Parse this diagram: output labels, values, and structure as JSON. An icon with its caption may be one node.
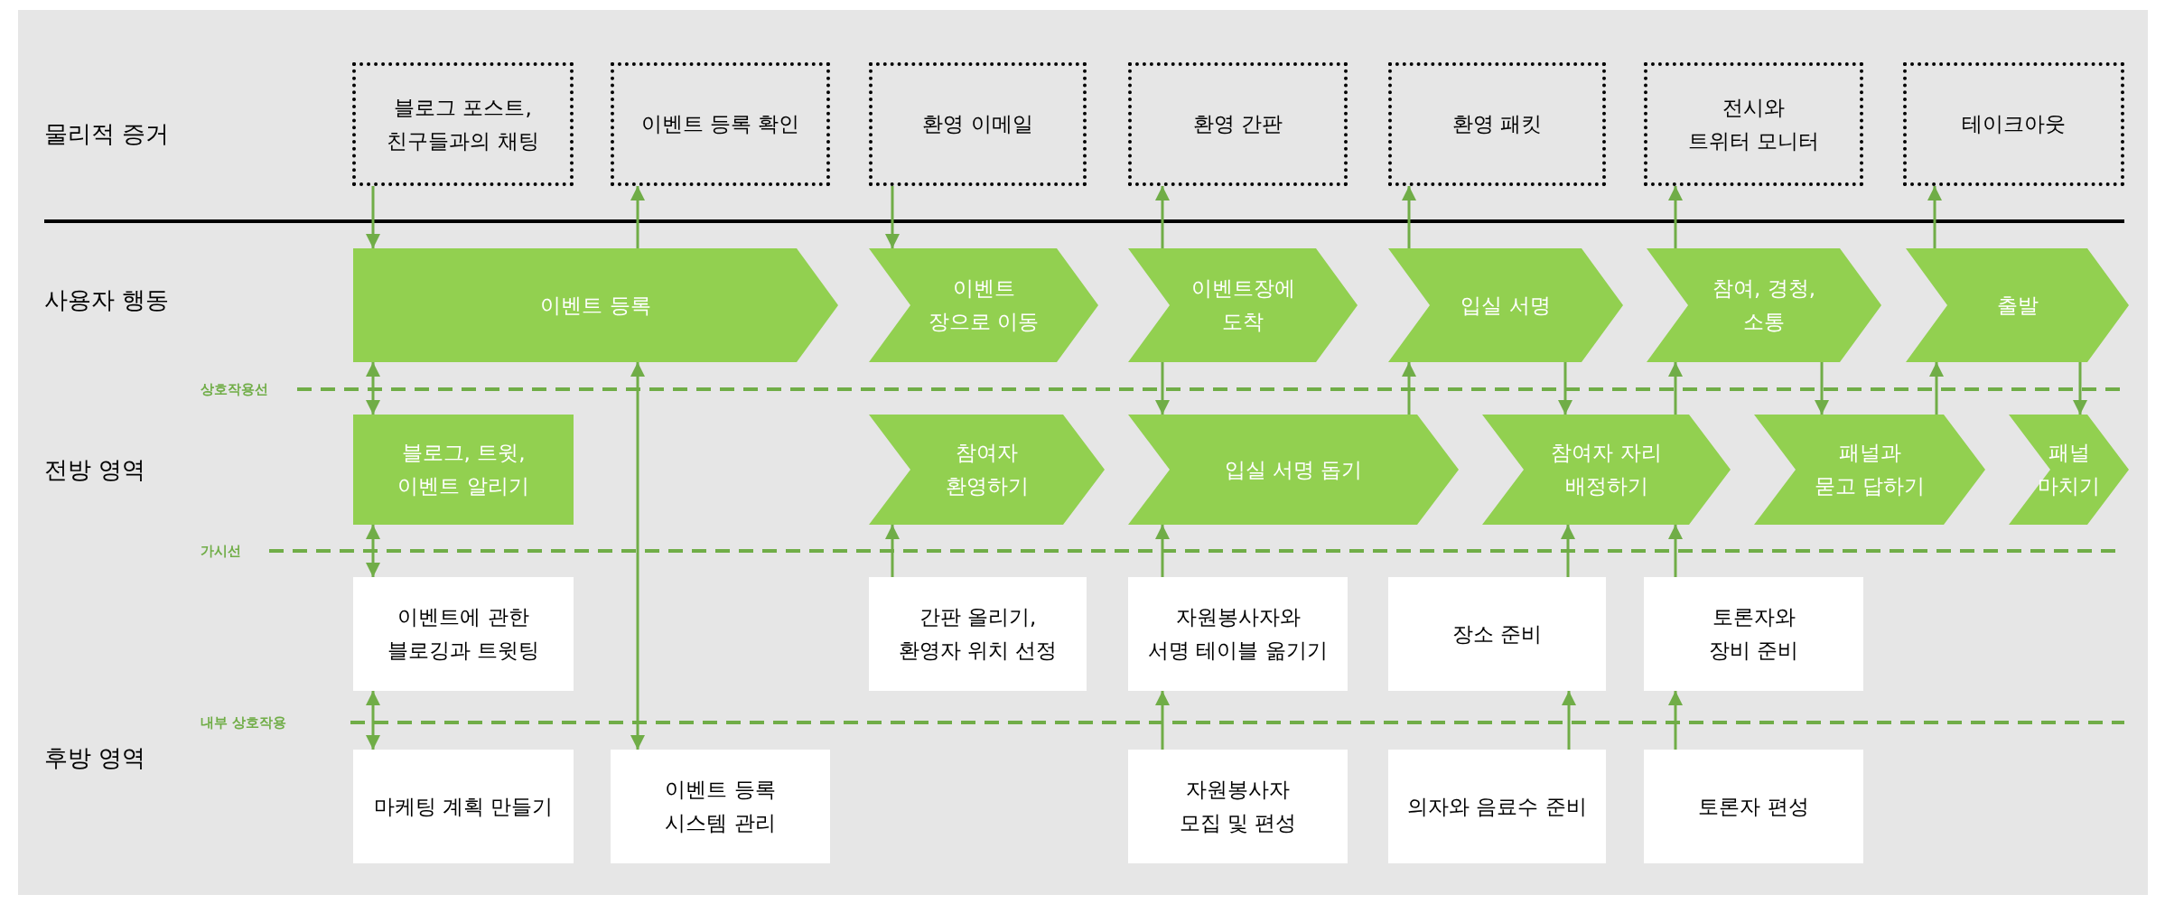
{
  "diagram": {
    "nodes": [
      {
        "text": [
          "블로그 포스트, 친구들과의 채팅"
        ]
      },
      {
        "text": [
          "이벤트 등록 확인"
        ]
      },
      {
        "text": [
          "환영 이메일"
        ]
      },
      {
        "text": [
          "환영 간판"
        ]
      },
      {
        "text": [
          "환영 패킷"
        ]
      },
      {
        "text": [
          "전시와 트위터 모니터"
        ]
      },
      {
        "text": [
          "테이크아웃"
        ]
      },
      {
        "text": [
          "이벤트 등록"
        ]
      },
      {
        "text": [
          "이벤트 장으로 이동"
        ]
      },
      {
        "text": [
          "이벤트장에 도착"
        ]
      },
      {
        "text": [
          "입실 서명"
        ]
      },
      {
        "text": [
          "참여, 경청, 소통"
        ]
      },
      {
        "text": [
          "출발"
        ]
      },
      {
        "text": [
          "블로그, 트윗, 이벤트 알리기"
        ]
      },
      {
        "text": [
          "참여자 환영하기"
        ]
      },
      {
        "text": [
          "입실 서명 돕기"
        ]
      },
      {
        "text": [
          "참여자 자리 배정하기"
        ]
      },
      {
        "text": [
          "패널과 묻고 답하기"
        ]
      },
      {
        "text": [
          "패널 마치기"
        ]
      },
      {
        "text": [
          "이벤트에 관한 블로깅과 트윗팅"
        ]
      },
      {
        "text": [
          "간판 올리기, 환영자 위치 선정"
        ]
      },
      {
        "text": [
          "자원봉사자와 서명 테이블 옮기기"
        ]
      },
      {
        "text": [
          "장소 준비"
        ]
      },
      {
        "text": [
          "토론자와 장비 준비"
        ]
      },
      {
        "text": [
          "마케팅 계획 만들기"
        ]
      },
      {
        "text": [
          "이벤트 등록 시스템 관리"
        ]
      },
      {
        "text": [
          "자원봉사자 모집 및 편성"
        ]
      },
      {
        "text": [
          "의자와 음료수 준비"
        ]
      },
      {
        "text": [
          "토론자 편성"
        ]
      }
    ],
    "edges": [
      {
        "from": 0,
        "to": 7,
        "arrow": "to"
      },
      {
        "from": 7,
        "to": 1,
        "arrow": "to"
      },
      {
        "from": 2,
        "to": 8,
        "arrow": "to"
      },
      {
        "from": 9,
        "to": 3,
        "arrow": "to"
      },
      {
        "from": 10,
        "to": 4,
        "arrow": "to"
      },
      {
        "from": 11,
        "to": 5,
        "arrow": "to"
      },
      {
        "from": 12,
        "to": 6,
        "arrow": "to"
      },
      {
        "from": 7,
        "to": 13,
        "arrow": "both"
      },
      {
        "from": 25,
        "to": 7,
        "arrow": "both"
      },
      {
        "from": 9,
        "to": 15,
        "arrow": "to"
      },
      {
        "from": 15,
        "to": 10,
        "arrow": "to"
      },
      {
        "from": 10,
        "to": 16,
        "arrow": "to"
      },
      {
        "from": 16,
        "to": 11,
        "arrow": "to"
      },
      {
        "from": 11,
        "to": 17,
        "arrow": "to"
      },
      {
        "from": 17,
        "to": 12,
        "arrow": "to"
      },
      {
        "from": 12,
        "to": 18,
        "arrow": "to"
      },
      {
        "from": 13,
        "to": 19,
        "arrow": "both"
      },
      {
        "from": 20,
        "to": 14,
        "arrow": "to"
      },
      {
        "from": 21,
        "to": 15,
        "arrow": "to"
      },
      {
        "from": 22,
        "to": 16,
        "arrow": "to"
      },
      {
        "from": 23,
        "to": 16,
        "arrow": "to"
      },
      {
        "from": 19,
        "to": 24,
        "arrow": "both"
      },
      {
        "from": 26,
        "to": 21,
        "arrow": "to"
      },
      {
        "from": 27,
        "to": 22,
        "arrow": "to"
      },
      {
        "from": 28,
        "to": 23,
        "arrow": "to"
      }
    ],
    "labels": [
      "물리적 증거",
      "사용자 행동",
      "상호작용선",
      "전방 영역",
      "가시선",
      "내부 상호작용",
      "후방 영역"
    ]
  }
}
